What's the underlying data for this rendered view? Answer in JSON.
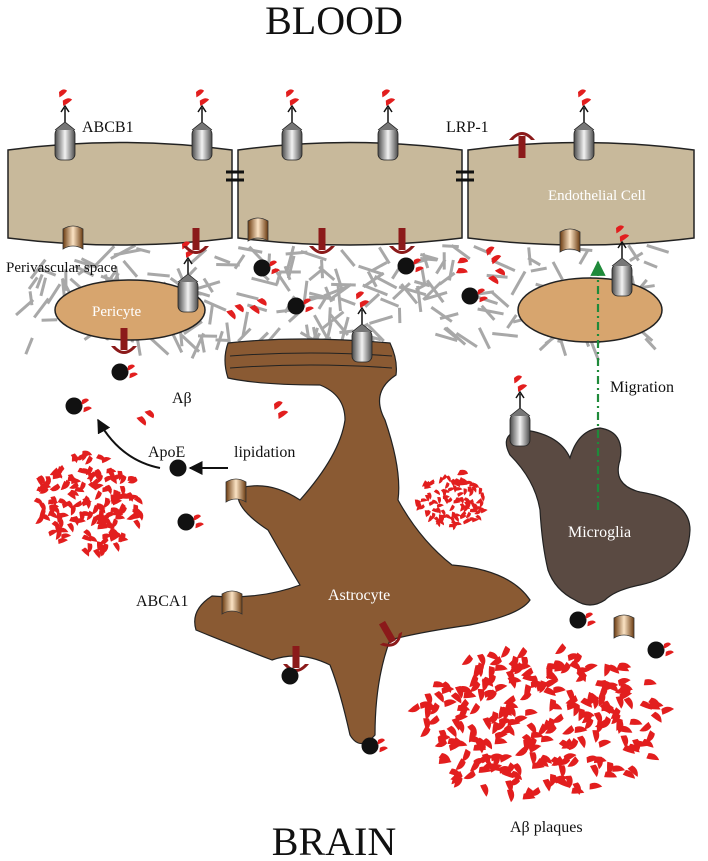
{
  "labels": {
    "blood": "BLOOD",
    "brain": "BRAIN",
    "abcb1": "ABCB1",
    "lrp1": "LRP-1",
    "endothelial_cell": "Endothelial Cell",
    "perivascular_space": "Perivascular space",
    "pericyte": "Pericyte",
    "abeta": "Aβ",
    "apoe": "ApoE",
    "lipidation": "lipidation",
    "migration": "Migration",
    "abca1": "ABCA1",
    "astrocyte": "Astrocyte",
    "microglia": "Microglia",
    "abeta_plaques": "Aβ plaques"
  },
  "colors": {
    "endothelial": "#c8b99b",
    "pericyte": "#d7a56e",
    "astrocyte": "#8a5a33",
    "microglia": "#5a4a42",
    "receptor": "#8b1a1a",
    "abeta": "#e21e1e",
    "apoe": "#111111",
    "migration_arrow": "#1f8a3a",
    "matrix": "#a8a8a8"
  }
}
